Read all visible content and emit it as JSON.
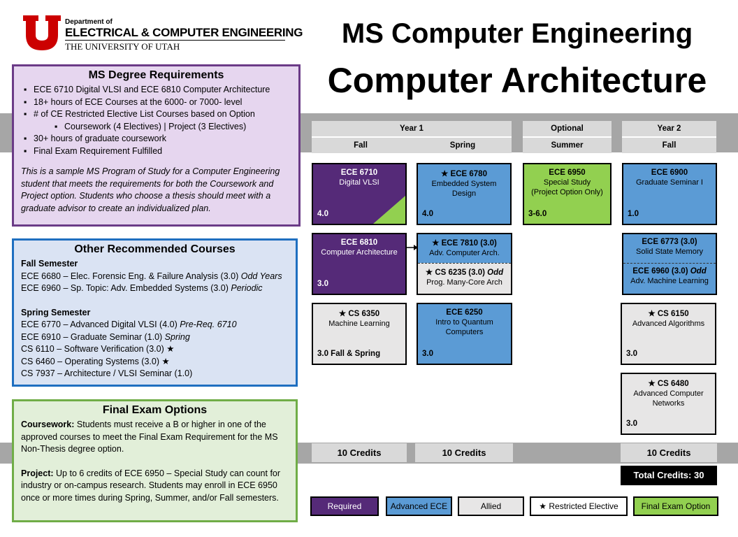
{
  "header": {
    "dept_small": "Department of",
    "dept_big": "ELECTRICAL & COMPUTER ENGINEERING",
    "university": "THE UNIVERSITY OF UTAH",
    "title_line1": "MS Computer Engineering",
    "title_line2": "Computer Architecture"
  },
  "requirements": {
    "title": "MS Degree Requirements",
    "items": [
      "ECE 6710  Digital VLSI and ECE 6810  Computer Architecture",
      "18+ hours of ECE Courses at the 6000-  or 7000-  level",
      "# of CE Restricted Elective List Courses  based on Option",
      "Coursework (4 Electives)  |  Project (3 Electives)",
      "30+ hours of graduate coursework",
      "Final Exam Requirement Fulfilled"
    ],
    "note": "This is a sample MS Program of Study for a Computer Engineering student that meets the requirements for both the Coursework and Project option. Students who choose a thesis should meet with a graduate advisor to create an individualized plan."
  },
  "recommended": {
    "title": "Other Recommended Courses",
    "fall_heading": "Fall Semester",
    "fall": [
      {
        "text": "ECE 6680  – Elec. Forensic Eng. & Failure Analysis (3.0) ",
        "em": "Odd Years"
      },
      {
        "text": "ECE 6960  – Sp. Topic: Adv. Embedded Systems (3.0) ",
        "em": "Periodic"
      }
    ],
    "spring_heading": "Spring Semester",
    "spring": [
      {
        "text": "ECE 6770  – Advanced Digital VLSI (4.0) ",
        "em": "Pre-Req. 6710"
      },
      {
        "text": "ECE 6910  – Graduate Seminar (1.0) ",
        "em": "Spring"
      },
      {
        "text": "CS 6110  – Software Verification (3.0) ★",
        "em": ""
      },
      {
        "text": "CS 6460   – Operating Systems (3.0) ★",
        "em": ""
      },
      {
        "text": "CS 7937  – Architecture / VLSI Seminar (1.0)",
        "em": ""
      }
    ]
  },
  "final_exam": {
    "title": "Final Exam Options",
    "coursework_label": "Coursework:",
    "coursework_text": " Students must receive a B or higher in one of the approved courses to meet the Final Exam Requirement for the MS Non-Thesis degree option.",
    "project_label": "Project:",
    "project_text": " Up to 6 credits of ECE 6950  – Special Study can count for industry or on-campus research. Students may enroll in ECE 6950 once or more times during Spring, Summer, and/or Fall semesters."
  },
  "columns": {
    "year1": "Year 1",
    "fall": "Fall",
    "spring": "Spring",
    "optional": "Optional",
    "summer": "Summer",
    "year2": "Year 2",
    "fall2": "Fall"
  },
  "courses": {
    "ece6710": {
      "code": "ECE 6710",
      "name": "Digital VLSI",
      "credits": "4.0"
    },
    "ece6780": {
      "code": "★  ECE 6780",
      "name": "Embedded System Design",
      "credits": "4.0"
    },
    "ece6950": {
      "code": "ECE 6950",
      "name": "Special Study (Project Option Only)",
      "credits": "3-6.0"
    },
    "ece6900": {
      "code": "ECE 6900",
      "name": "Graduate Seminar I",
      "credits": "1.0"
    },
    "ece6810": {
      "code": "ECE 6810",
      "name": "Computer Architecture",
      "credits": "3.0"
    },
    "ece7810": {
      "code": "★  ECE 7810 (3.0)",
      "name": "Adv. Computer Arch."
    },
    "cs6235": {
      "code": "★  CS 6235 (3.0) ",
      "em": "Odd",
      "name": "Prog. Many-Core Arch"
    },
    "ece6773": {
      "code": "ECE 6773 (3.0)",
      "name": "Solid State Memory"
    },
    "ece6960": {
      "code": "ECE 6960 (3.0) ",
      "em": "Odd",
      "name": "Adv. Machine Learning"
    },
    "cs6350": {
      "code": "★  CS 6350",
      "name": "Machine Learning",
      "credits": "3.0 Fall & Spring"
    },
    "ece6250": {
      "code": "ECE 6250",
      "name": "Intro to Quantum Computers",
      "credits": "3.0"
    },
    "cs6150": {
      "code": "★  CS 6150",
      "name": "Advanced Algorithms",
      "credits": "3.0"
    },
    "cs6480": {
      "code": "★  CS 6480",
      "name": "Advanced Computer Networks",
      "credits": "3.0"
    }
  },
  "credits": {
    "fall": "10 Credits",
    "spring": "10 Credits",
    "fall2": "10 Credits",
    "total": "Total Credits: 30"
  },
  "legend": {
    "required": "Required",
    "advanced": "Advanced ECE",
    "allied": "Allied",
    "restricted": "★  Restricted Elective",
    "final": "Final Exam Option"
  },
  "colors": {
    "required": "#552a78",
    "advanced": "#5b9bd5",
    "allied": "#e7e6e6",
    "final": "#92d050",
    "utah_red": "#cc0000"
  }
}
